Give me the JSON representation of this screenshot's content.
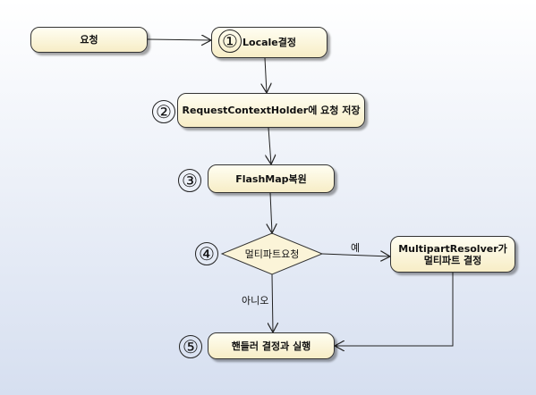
{
  "nodes": {
    "request": "요청",
    "locale": "Locale결정",
    "context_holder": "RequestContextHolder에 요청 저장",
    "flashmap": "FlashMap복원",
    "multipart_check": "멀티파트요청",
    "multipart_resolver_line1": "MultipartResolver가",
    "multipart_resolver_line2": "멀티파트 결정",
    "handler": "핸들러 결정과 실행"
  },
  "step_numbers": [
    "①",
    "②",
    "③",
    "④",
    "⑤"
  ],
  "edge_labels": {
    "yes": "예",
    "no": "아니오"
  }
}
